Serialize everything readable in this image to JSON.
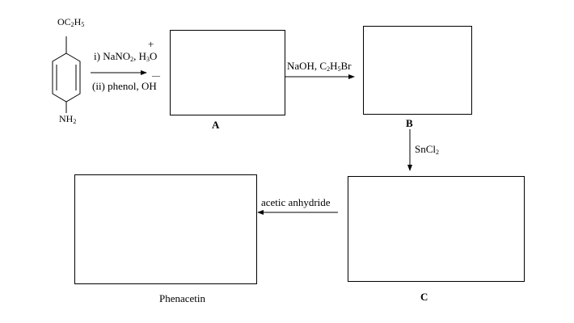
{
  "start": {
    "substituent_top": [
      "OC",
      "2",
      "H",
      "5"
    ],
    "substituent_bottom": [
      "NH",
      "2"
    ]
  },
  "step1": {
    "line1": [
      "i) NaNO",
      "2",
      ", H",
      "3",
      "O"
    ],
    "plus": "+",
    "line2": "(ii) phenol, OH",
    "minus": "—"
  },
  "step2": {
    "parts": [
      "NaOH, C",
      "2",
      "H",
      "5",
      "Br"
    ]
  },
  "step3": {
    "parts": [
      "SnCl",
      "2"
    ]
  },
  "step4": {
    "label": "acetic anhydride"
  },
  "boxes": {
    "a": "A",
    "b": "B",
    "c": "C",
    "product": "Phenacetin"
  }
}
